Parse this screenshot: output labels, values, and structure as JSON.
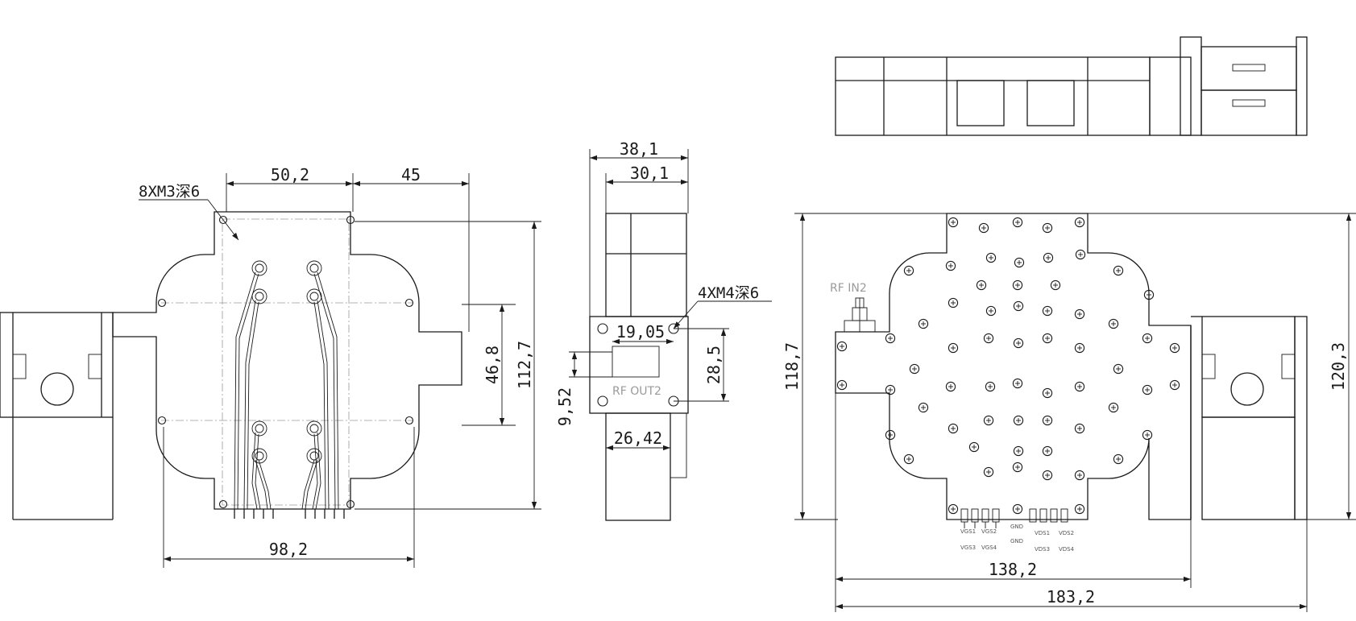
{
  "views": {
    "bottom": {
      "dims": [
        "50,2",
        "45",
        "46,8",
        "112,7",
        "98,2"
      ],
      "note": "8XM3深6"
    },
    "side": {
      "dims": [
        "38,1",
        "30,1",
        "19,05",
        "28,5",
        "9,52",
        "26,42"
      ],
      "note": "4XM4深6",
      "port_label": "RF OUT2"
    },
    "top": {
      "dims": [
        "118,7",
        "120,3",
        "138,2",
        "183,2"
      ],
      "port_label": "RF IN2",
      "pins": [
        "VGS1",
        "VGS2",
        "VGS3",
        "VGS4",
        "GND",
        "GND",
        "VDS1",
        "VDS2",
        "VDS3",
        "VDS4"
      ]
    }
  },
  "colors": {
    "line": "#1a1a1a",
    "centerline": "#9a9a9a",
    "background": "#ffffff"
  },
  "icons": [
    "screw-icon",
    "mounting-hole-icon",
    "sma-connector-icon"
  ]
}
